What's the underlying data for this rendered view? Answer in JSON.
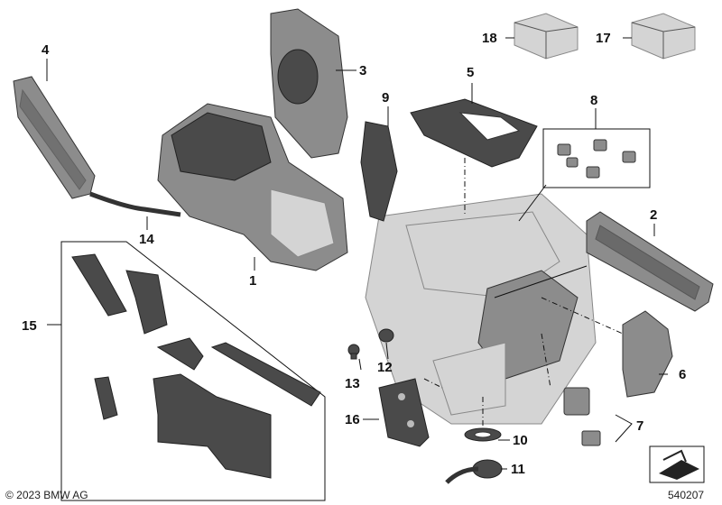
{
  "callouts": {
    "c1": "1",
    "c2": "2",
    "c3": "3",
    "c4": "4",
    "c5": "5",
    "c6": "6",
    "c7": "7",
    "c8": "8",
    "c9": "9",
    "c10": "10",
    "c11": "11",
    "c12": "12",
    "c13": "13",
    "c14": "14",
    "c15": "15",
    "c16": "16",
    "c17": "17",
    "c18": "18"
  },
  "footer": {
    "copyright": "© 2023 BMW AG",
    "diagram_number": "540207"
  },
  "colors": {
    "part_dark": "#4a4a4a",
    "part_mid": "#8c8c8c",
    "part_light": "#d4d4d4"
  }
}
